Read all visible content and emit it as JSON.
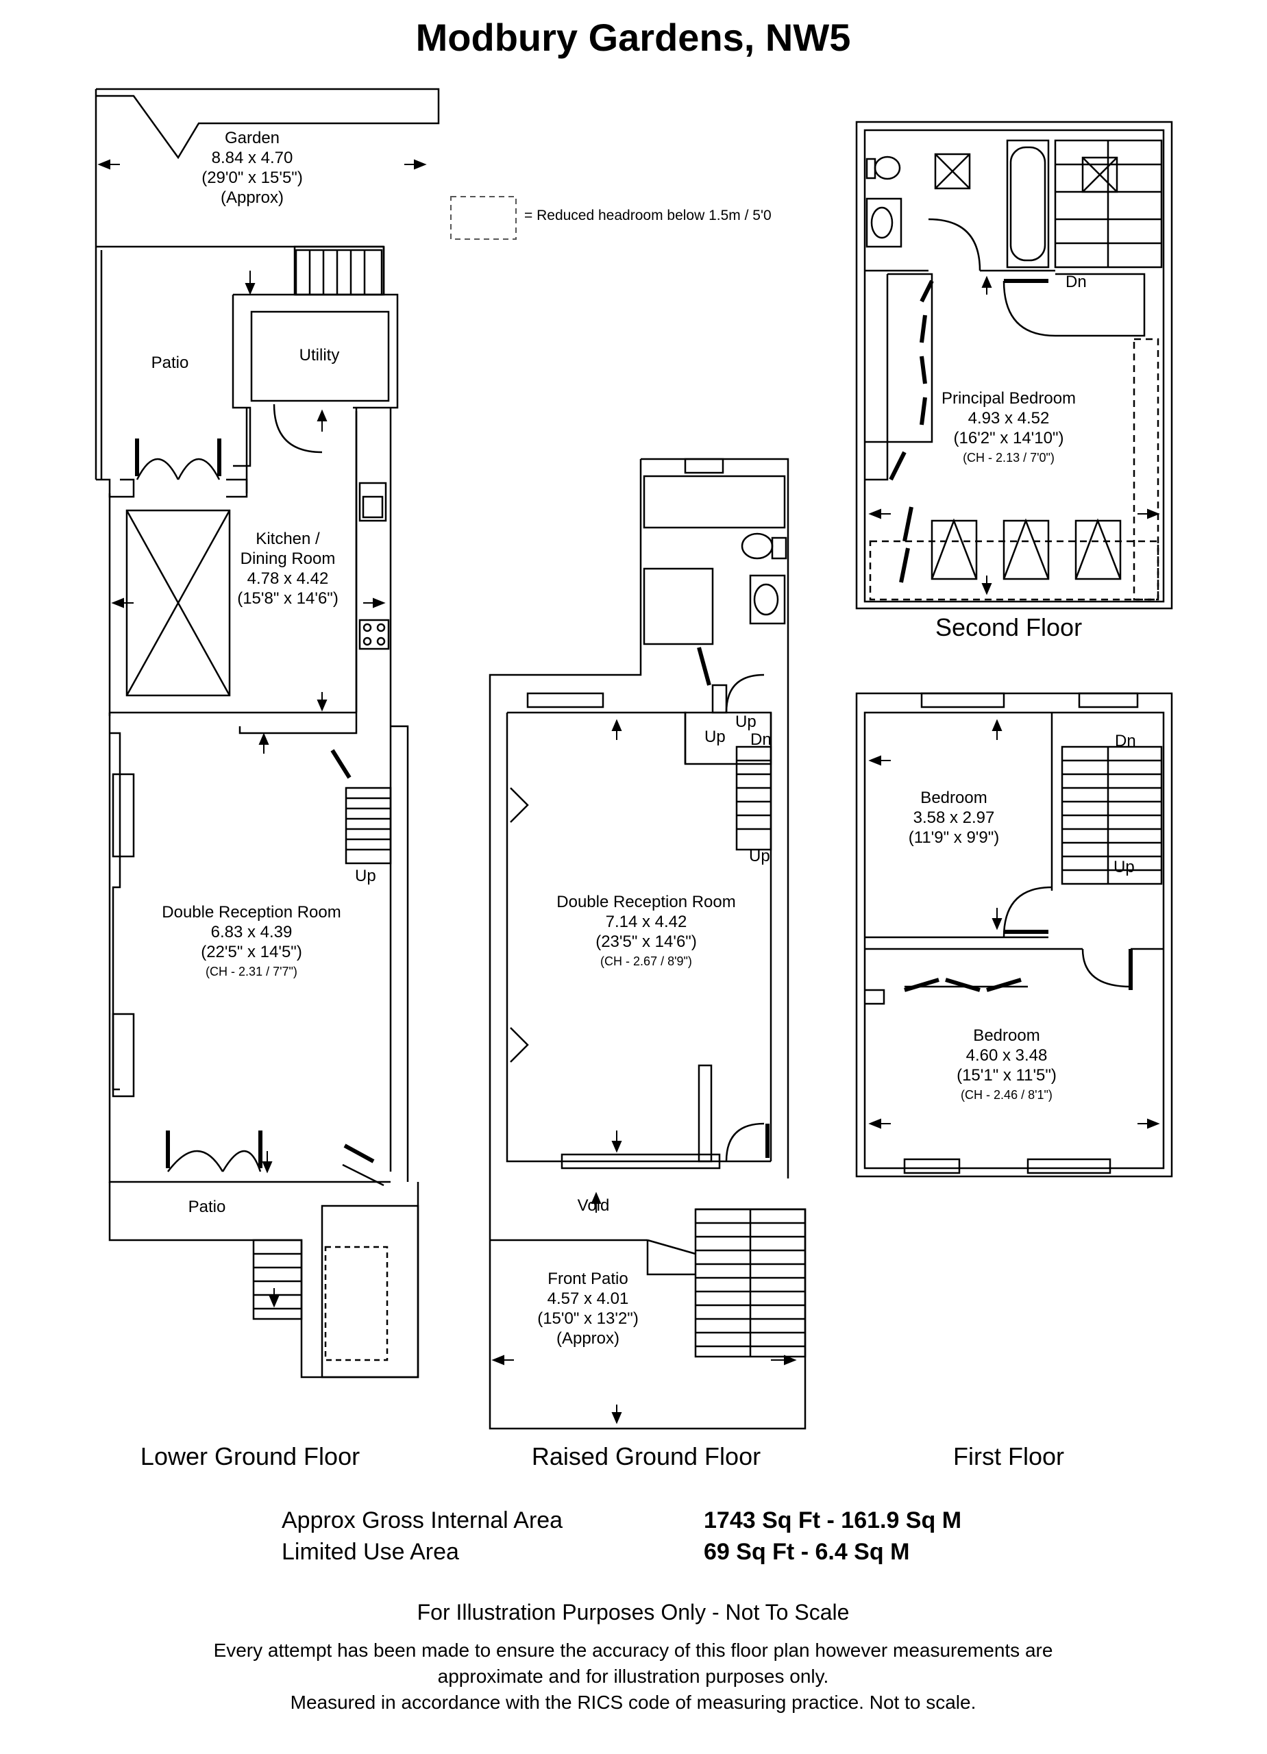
{
  "title": "Modbury Gardens, NW5",
  "legend": {
    "text": "= Reduced headroom below 1.5m / 5'0"
  },
  "floors": {
    "lower_ground": {
      "label": "Lower Ground Floor",
      "garden": {
        "name": "Garden",
        "metric": "8.84 x 4.70",
        "imperial": "(29'0\" x 15'5\")",
        "note": "(Approx)"
      },
      "patio_rear": "Patio",
      "utility": "Utility",
      "kitchen": {
        "name1": "Kitchen /",
        "name2": "Dining Room",
        "metric": "4.78 x 4.42",
        "imperial": "(15'8\" x 14'6\")"
      },
      "reception": {
        "name": "Double Reception Room",
        "metric": "6.83 x 4.39",
        "imperial": "(22'5\" x 14'5\")",
        "ch": "(CH - 2.31 / 7'7\")"
      },
      "patio_front": "Patio",
      "stair_up": "Up"
    },
    "raised_ground": {
      "label": "Raised Ground Floor",
      "reception": {
        "name": "Double Reception Room",
        "metric": "7.14 x 4.42",
        "imperial": "(23'5\" x 14'6\")",
        "ch": "(CH - 2.67 / 8'9\")"
      },
      "void": "Void",
      "front_patio": {
        "name": "Front Patio",
        "metric": "4.57 x 4.01",
        "imperial": "(15'0\" x 13'2\")",
        "note": "(Approx)"
      },
      "stair_up1": "Up",
      "stair_up2": "Up",
      "stair_dn": "Dn",
      "stair_up3": "Up"
    },
    "first": {
      "label": "First Floor",
      "bedroom1": {
        "name": "Bedroom",
        "metric": "3.58 x 2.97",
        "imperial": "(11'9\" x 9'9\")"
      },
      "bedroom2": {
        "name": "Bedroom",
        "metric": "4.60 x 3.48",
        "imperial": "(15'1\" x 11'5\")",
        "ch": "(CH - 2.46 / 8'1\")"
      },
      "stair_dn": "Dn",
      "stair_up": "Up"
    },
    "second": {
      "label": "Second Floor",
      "principal": {
        "name": "Principal Bedroom",
        "metric": "4.93 x 4.52",
        "imperial": "(16'2\" x 14'10\")",
        "ch": "(CH - 2.13 / 7'0\")"
      },
      "stair_dn": "Dn"
    }
  },
  "areas": [
    {
      "label": "Approx Gross Internal Area",
      "value": "1743 Sq Ft - 161.9 Sq M"
    },
    {
      "label": "Limited Use Area",
      "value": "69 Sq Ft - 6.4 Sq M"
    }
  ],
  "disclaimer": {
    "heading": "For Illustration Purposes Only - Not To Scale",
    "line1": "Every attempt has been made to ensure the accuracy of this floor plan however measurements are",
    "line2": "approximate and for illustration purposes only.",
    "line3": "Measured in accordance with the RICS code of measuring practice. Not to scale."
  }
}
